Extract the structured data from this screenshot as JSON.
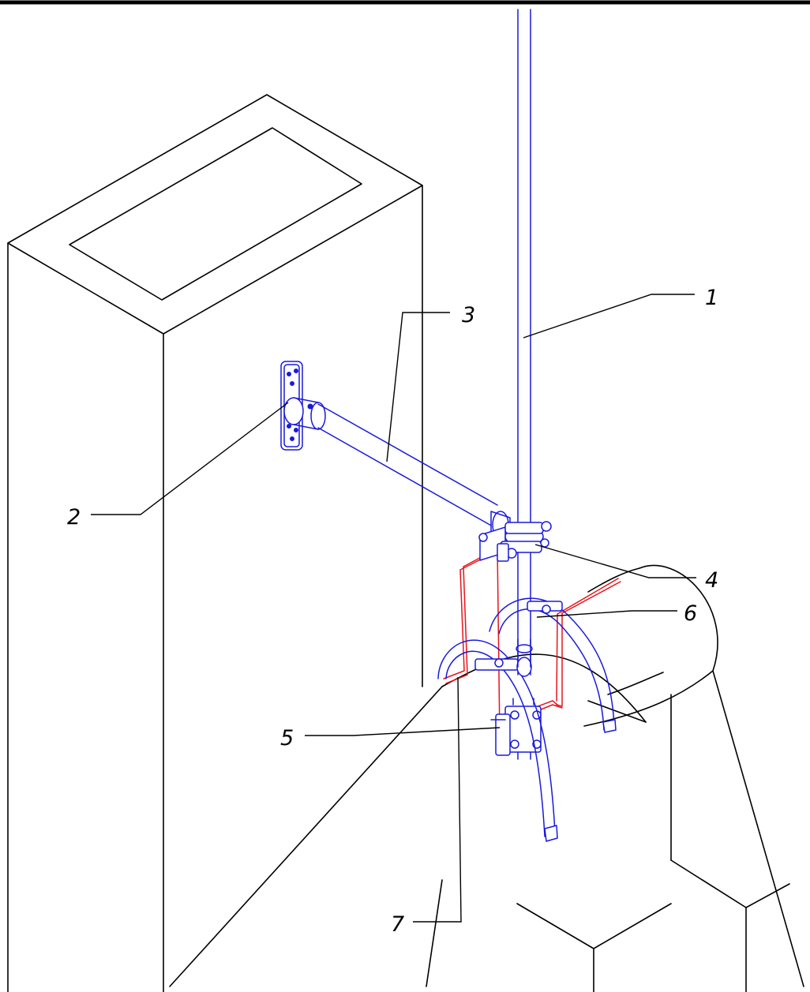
{
  "colors": {
    "structure": "#000000",
    "components": "#1a1adc",
    "grounding_wire": "#e8141b",
    "background": "#ffffff"
  },
  "callouts": [
    {
      "id": "1",
      "label": "1"
    },
    {
      "id": "2",
      "label": "2"
    },
    {
      "id": "3",
      "label": "3"
    },
    {
      "id": "4",
      "label": "4"
    },
    {
      "id": "5",
      "label": "5"
    },
    {
      "id": "6",
      "label": "6"
    },
    {
      "id": "7",
      "label": "7"
    }
  ]
}
